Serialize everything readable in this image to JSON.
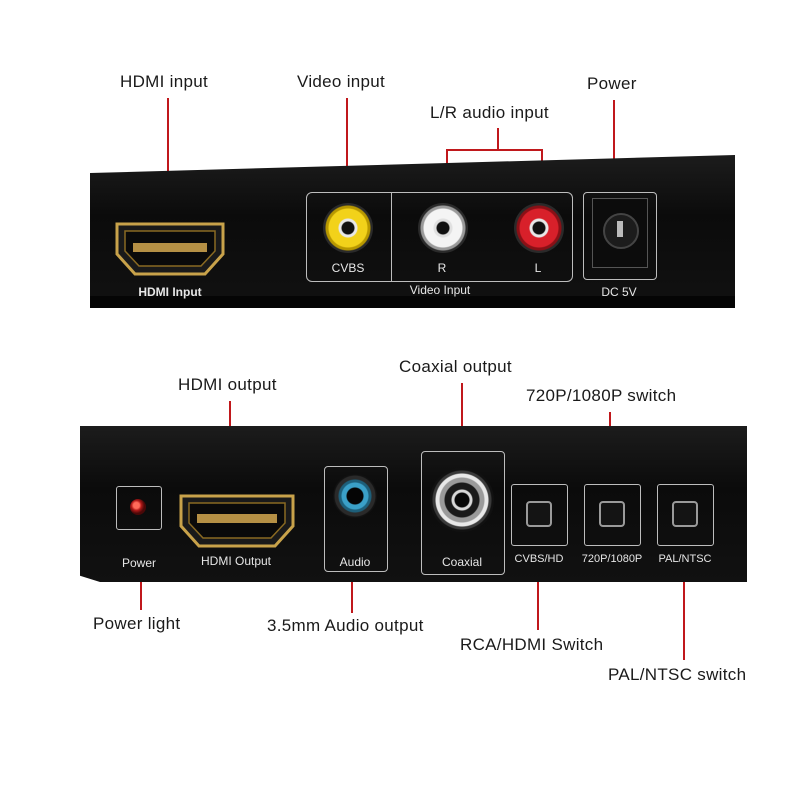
{
  "top_callouts": {
    "hdmi_input": "HDMI input",
    "video_input": "Video input",
    "lr_audio_input": "L/R audio input",
    "power": "Power"
  },
  "top_panel": {
    "hdmi_port_label": "HDMI Input",
    "cvbs_label": "CVBS",
    "r_label": "R",
    "l_label": "L",
    "video_input_group_label": "Video Input",
    "dc_label": "DC 5V"
  },
  "bottom_callouts": {
    "hdmi_output": "HDMI output",
    "coaxial_output": "Coaxial output",
    "switch_720_1080": "720P/1080P switch",
    "power_light": "Power light",
    "audio_output": "3.5mm Audio output",
    "rca_hdmi_switch": "RCA/HDMI Switch",
    "pal_ntsc_switch": "PAL/NTSC switch"
  },
  "bottom_panel": {
    "power_label": "Power",
    "hdmi_output_label": "HDMI Output",
    "audio_label": "Audio",
    "coaxial_label": "Coaxial",
    "cvbs_hd_label": "CVBS/HD",
    "res_label": "720P/1080P",
    "pal_ntsc_label": "PAL/NTSC"
  },
  "colors": {
    "leader_line": "#c0181c",
    "panel": "#111111",
    "cvbs_jack": "#f2d21a",
    "r_jack": "#eeeeee",
    "l_jack": "#d8202a",
    "audio_ring": "#3aa0c8",
    "power_led": "#b01818"
  }
}
